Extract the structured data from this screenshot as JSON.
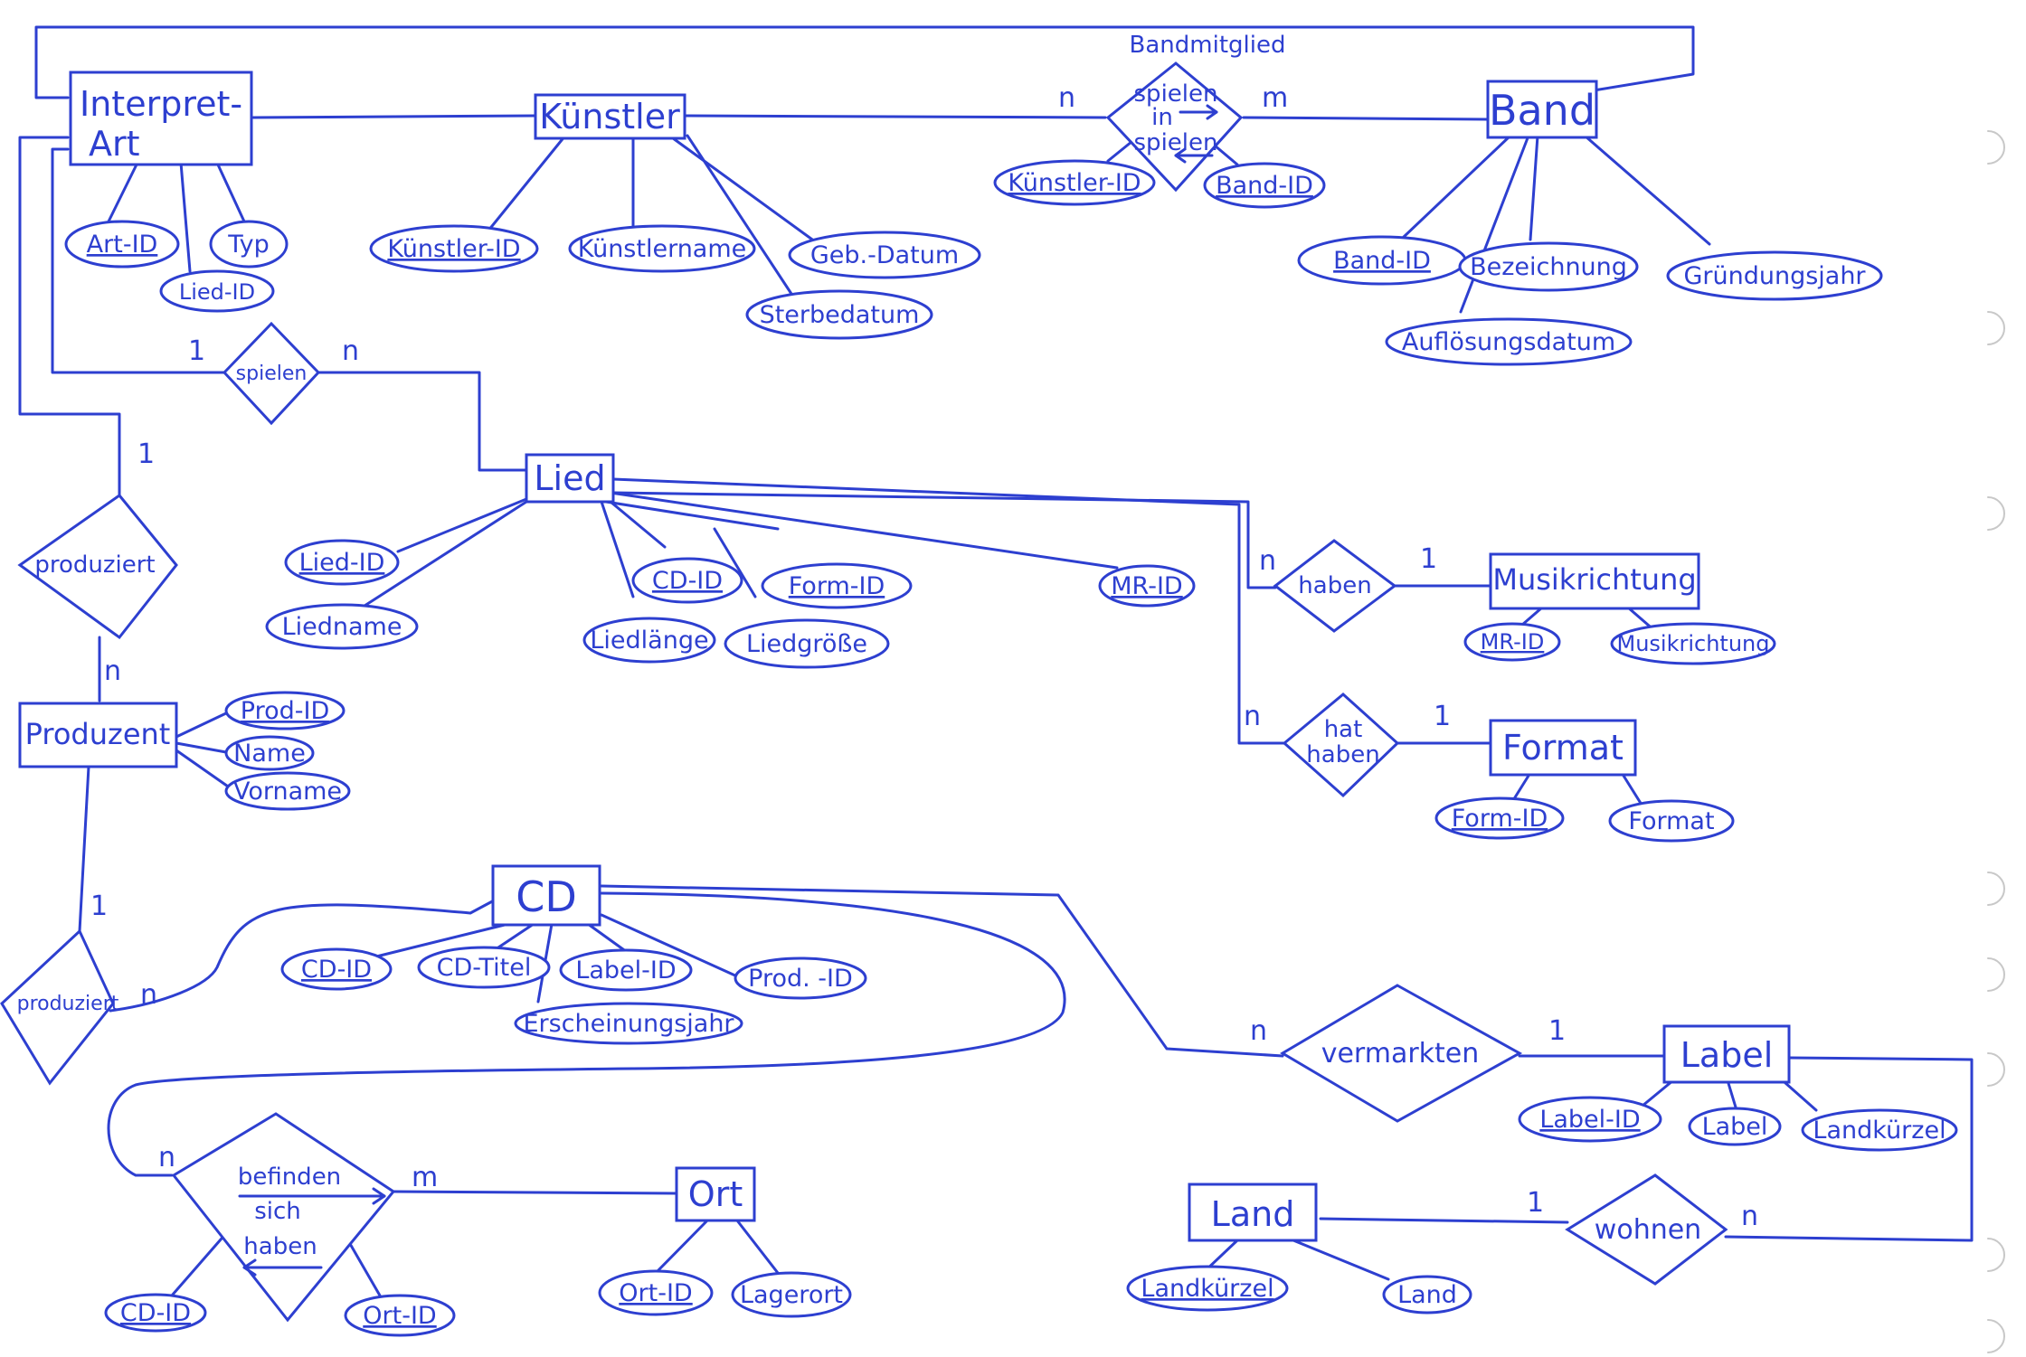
{
  "entities": {
    "interpret_art": [
      "Interpret-",
      "Art"
    ],
    "kuenstler": "Künstler",
    "band": "Band",
    "lied": "Lied",
    "musikrichtung": "Musikrichtung",
    "format": "Format",
    "produzent": "Produzent",
    "cd": "CD",
    "label": "Label",
    "land": "Land",
    "ort": "Ort"
  },
  "attributes": {
    "art_id": "Art-ID",
    "typ": "Typ",
    "art_lied_id": "Lied-ID",
    "kuenstler_id": "Künstler-ID",
    "kuenstlername": "Künstlername",
    "geb_datum": "Geb.-Datum",
    "sterbedatum": "Sterbedatum",
    "bm_kuenstler_id": "Künstler-ID",
    "bm_band_id": "Band-ID",
    "band_id": "Band-ID",
    "bezeichnung": "Bezeichnung",
    "gruendungsjahr": "Gründungsjahr",
    "aufloesungsdatum": "Auflösungsdatum",
    "lied_id": "Lied-ID",
    "liedname": "Liedname",
    "cd_id": "CD-ID",
    "form_id": "Form-ID",
    "liedlaenge": "Liedlänge",
    "liedgroesse": "Liedgröße",
    "mr_id": "MR-ID",
    "mr_mr_id": "MR-ID",
    "musikrichtung": "Musikrichtung",
    "fmt_form_id": "Form-ID",
    "format": "Format",
    "prod_id": "Prod-ID",
    "name": "Name",
    "vorname": "Vorname",
    "cdd_cd_id": "CD-ID",
    "cd_titel": "CD-Titel",
    "label_id": "Label-ID",
    "cd_prod_id": "Prod. -ID",
    "erscheinungsjahr": "Erscheinungsjahr",
    "lab_label_id": "Label-ID",
    "label": "Label",
    "landkuerzel": "Landkürzel",
    "land_landkuerzel": "Landkürzel",
    "land": "Land",
    "ort_id": "Ort-ID",
    "lagerort": "Lagerort",
    "bs_cd_id": "CD-ID",
    "bs_ort_id": "Ort-ID"
  },
  "relationships": {
    "bandmitglied_title": "Bandmitglied",
    "bandmitglied": [
      "spielen",
      "in",
      "spielen"
    ],
    "spielen": "spielen",
    "produziert": "produziert",
    "produziert2": "produziert",
    "haben": "haben",
    "hat_haben": [
      "hat",
      "haben"
    ],
    "vermarkten": "vermarkten",
    "wohnen": "wohnen",
    "befinden": [
      "befinden",
      "sich",
      "haben"
    ]
  },
  "cardinalities": {
    "bandmitglied_left": "n",
    "bandmitglied_right": "m",
    "spielen_left": "1",
    "spielen_right": "n",
    "produziert_top": "1",
    "produziert_bottom": "n",
    "produziert2_top": "1",
    "produziert2_right": "n",
    "haben_left": "n",
    "haben_right": "1",
    "hat_left": "n",
    "hat_right": "1",
    "vermarkten_left": "n",
    "vermarkten_right": "1",
    "wohnen_left": "1",
    "wohnen_right": "n",
    "befinden_left": "n",
    "befinden_right": "m"
  },
  "colors": {
    "ink": "#2d3fd0",
    "paper": "#ffffff"
  }
}
